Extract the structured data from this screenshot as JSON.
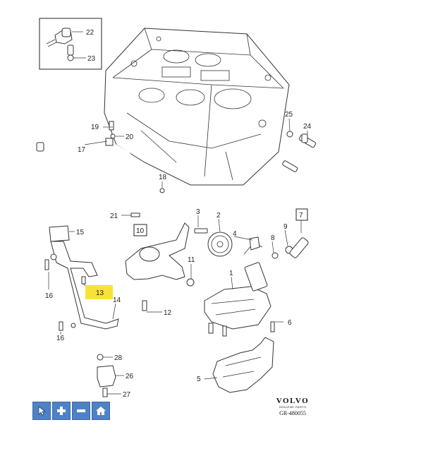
{
  "diagram": {
    "labels": [
      "22",
      "23",
      "19",
      "20",
      "17",
      "18",
      "21",
      "25",
      "24",
      "15",
      "10",
      "3",
      "2",
      "4",
      "7",
      "9",
      "8",
      "11",
      "1",
      "16",
      "13",
      "14",
      "12",
      "6",
      "16",
      "28",
      "26",
      "5",
      "27"
    ],
    "boxed_labels": [
      "10",
      "7"
    ],
    "highlighted_label": "13",
    "highlight_color": "#f7e23a"
  },
  "brand": {
    "name": "VOLVO",
    "subtitle": "GENUINE PARTS",
    "reference": "GR-480055"
  },
  "toolbar": {
    "buttons": [
      {
        "icon": "pointer-icon"
      },
      {
        "icon": "zoom-in-icon"
      },
      {
        "icon": "zoom-out-icon"
      },
      {
        "icon": "home-icon"
      }
    ],
    "color": "#4f82c5"
  }
}
